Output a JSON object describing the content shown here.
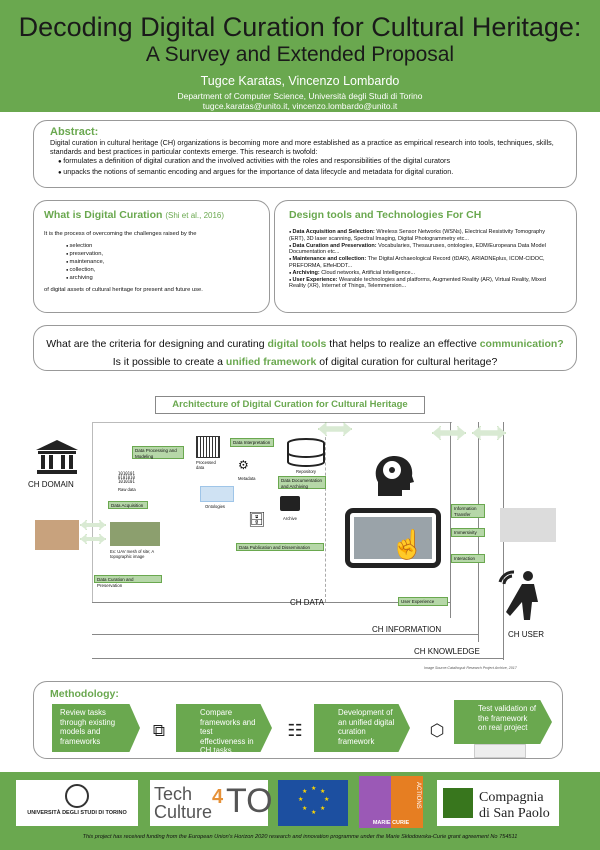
{
  "header": {
    "title_line1": "Decoding Digital Curation for Cultural Heritage:",
    "title_line2": "A Survey and Extended Proposal",
    "authors": "Tugce Karatas, Vincenzo Lombardo",
    "affiliation": "Department of Computer Science, Università degli Studi di Torino",
    "emails": "tugce.karatas@unito.it, vincenzo.lombardo@unito.it"
  },
  "abstract": {
    "heading": "Abstract:",
    "text": "Digital curation in cultural heritage (CH) organizations is becoming more and more established as a practice as empirical research into tools, techniques, skills, standards and best practices in particular contexts emerge. This research is twofold:",
    "bullets": [
      "formulates a definition of digital curation and the involved activities with the roles and responsibilities of the digital curators",
      "unpacks the notions of semantic encoding and argues for the importance of data lifecycle and metadata for digital curation."
    ]
  },
  "digital_curation": {
    "heading": "What is Digital Curation",
    "citation": "(Shi et al., 2016)",
    "intro": "It is the process of overcoming the challenges raised by the",
    "items": [
      "selection",
      "preservation,",
      "maintenance,",
      "collection,",
      "archiving"
    ],
    "tail": "of digital assets of cultural heritage for present and future use."
  },
  "design_tools": {
    "heading": "Design tools and Technologies For CH",
    "items": [
      {
        "label": "Data Acquisition and Selection:",
        "text": " Wireless Sensor Networks (WSNs), Electrical Resistivity Tomography (ERT), 3D laser scanning, Spectral Imaging, Digital Photogrammetry etc..."
      },
      {
        "label": "Data Curation and Preservation:",
        "text": " Vocabularies, Thesauruses, ontologies, EDM/Europeana Data Model Documentation etc..."
      },
      {
        "label": "Maintenance and collection:",
        "text": " The Digital Archaeological Record (tDAR), ARIADNEplus, ICOM-CIDOC, PREFORMA, EffeHDDT..."
      },
      {
        "label": "Archiving:",
        "text": " Cloud networks, Artificial Intelligence..."
      },
      {
        "label": "User Experience:",
        "text": " Wearable technologies and platforms, Augmented Reality (AR), Virtual Reality, Mixed Reality (XR), Internet of Things, Telemmersion..."
      }
    ]
  },
  "question": {
    "q1_a": "What are the criteria for designing and curating ",
    "q1_kw1": "digital tools",
    "q1_b": " that helps to realize an effective ",
    "q1_kw2": "communication?",
    "q2_a": "Is it possible to create a ",
    "q2_kw": "unified framework",
    "q2_b": " of digital curation for cultural heritage?"
  },
  "architecture": {
    "title": "Architecture of Digital Curation for Cultural Heritage",
    "ch_domain": "CH DOMAIN",
    "ch_user": "CH USER",
    "ch_data": "CH DATA",
    "ch_information": "CH INFORMATION",
    "ch_knowledge": "CH KNOWLEDGE",
    "boxes": {
      "processing": "Data Processing and Modeling",
      "interpretation": "Data Interpretation",
      "documentation": "Data Documentation and Archiving",
      "acquisition": "Data Acquisition",
      "publication": "Data Publication and Dissemination",
      "curation": "Data Curation and Preservation",
      "info_transfer": "Information Transfer",
      "immersivity": "Immersivity",
      "interaction": "Interaction",
      "user_experience": "User Experience"
    },
    "labels": {
      "raw_data": "Raw data",
      "processed": "Processed data",
      "metadata": "Metadata",
      "repository": "Repository",
      "ontologies": "Ontologies",
      "archive": "Archive",
      "mesh": "Ex: UAV mesh of site; A topographic image"
    },
    "source": "Image Source:Catalhoyuk Research Project Archive, 2017"
  },
  "methodology": {
    "heading": "Methodology:",
    "steps": [
      "Review tasks through existing models and frameworks",
      "Compare frameworks and test effectiveness in CH tasks",
      "Development of an unified digital curation framework",
      "Test validation of the framework on real project"
    ],
    "icons": [
      "frames-icon",
      "checklist-icon",
      "cube-icon"
    ]
  },
  "footer": {
    "logos": {
      "unito": "UNIVERSITÀ DEGLI STUDI DI TORINO",
      "tech_a": "Tech",
      "tech_b": "Culture",
      "tech_c": "4",
      "tech_d": "TO",
      "mc_actions": "ACTIONS",
      "mc_name": "MARIE CURIE",
      "csp_a": "Compagnia",
      "csp_b": "di San Paolo"
    },
    "funding": "This project has received funding from the European Union's Horizon 2020 research and innovation programme under the Marie Skłodowska-Curie grant agreement No 754511"
  },
  "colors": {
    "accent": "#6aa84f",
    "light_green": "#b6d7a8"
  }
}
